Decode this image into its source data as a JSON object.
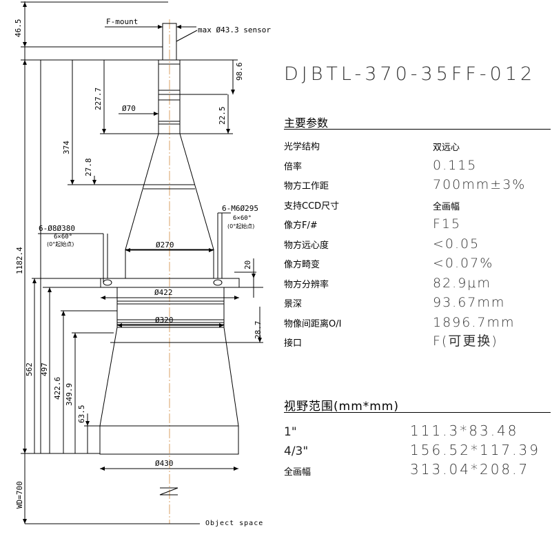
{
  "drawing": {
    "mount_label": "F-mount",
    "sensor_label": "max Ø43.3 sensor",
    "object_space_label": "Object space",
    "dims": {
      "d46_5": "46.5",
      "d227_7": "227.7",
      "d98_6": "98.6",
      "d22_5": "22.5",
      "d374": "374",
      "d27_8": "27.8",
      "d1182_4": "1182.4",
      "d20": "20",
      "d28_7": "28.7",
      "d562": "562",
      "d497": "497",
      "d422_6": "422.6",
      "d349_9": "349.9",
      "d63_5": "63.5",
      "wd": "WD=700"
    },
    "diameters": {
      "phi70": "Ø70",
      "phi270": "Ø270",
      "phi422": "Ø422",
      "phi320": "Ø320",
      "phi430": "Ø430"
    },
    "holes_left": {
      "line1": "6-Ø8Ø380",
      "line2": "6×60°",
      "line3": "(0°起始点)"
    },
    "holes_right": {
      "line1": "6-M6Ø295",
      "line2": "6×60°",
      "line3": "(0°起始点)"
    }
  },
  "spec": {
    "title": "DJBTL-370-35FF-012",
    "main_params_heading": "主要参数",
    "params": [
      {
        "label": "光学结构",
        "value": "双远心",
        "small": true
      },
      {
        "label": "倍率",
        "value": "0.115",
        "small": false
      },
      {
        "label": "物方工作距",
        "value": "700mm±3%",
        "small": false
      },
      {
        "label": "支持CCD尺寸",
        "value": "全画幅",
        "small": true
      },
      {
        "label": "像方F/#",
        "value": "F15",
        "small": false
      },
      {
        "label": "物方远心度",
        "value": "<0.05",
        "small": false
      },
      {
        "label": "像方畸变",
        "value": "<0.07%",
        "small": false
      },
      {
        "label": "物方分辨率",
        "value": "82.9μm",
        "small": false
      },
      {
        "label": "景深",
        "value": "93.67mm",
        "small": false
      },
      {
        "label": "物像间距离O/I",
        "value": "1896.7mm",
        "small": false
      },
      {
        "label": "接口",
        "value": "F(可更换)",
        "small": false
      }
    ],
    "fov_heading": "视野范围(mm*mm)",
    "fov": [
      {
        "label": "1\"",
        "value": "111.3*83.48",
        "small": false
      },
      {
        "label": "4/3\"",
        "value": "156.52*117.39",
        "small": false
      },
      {
        "label": "全画幅",
        "value": "313.04*208.7",
        "small": true
      }
    ]
  }
}
